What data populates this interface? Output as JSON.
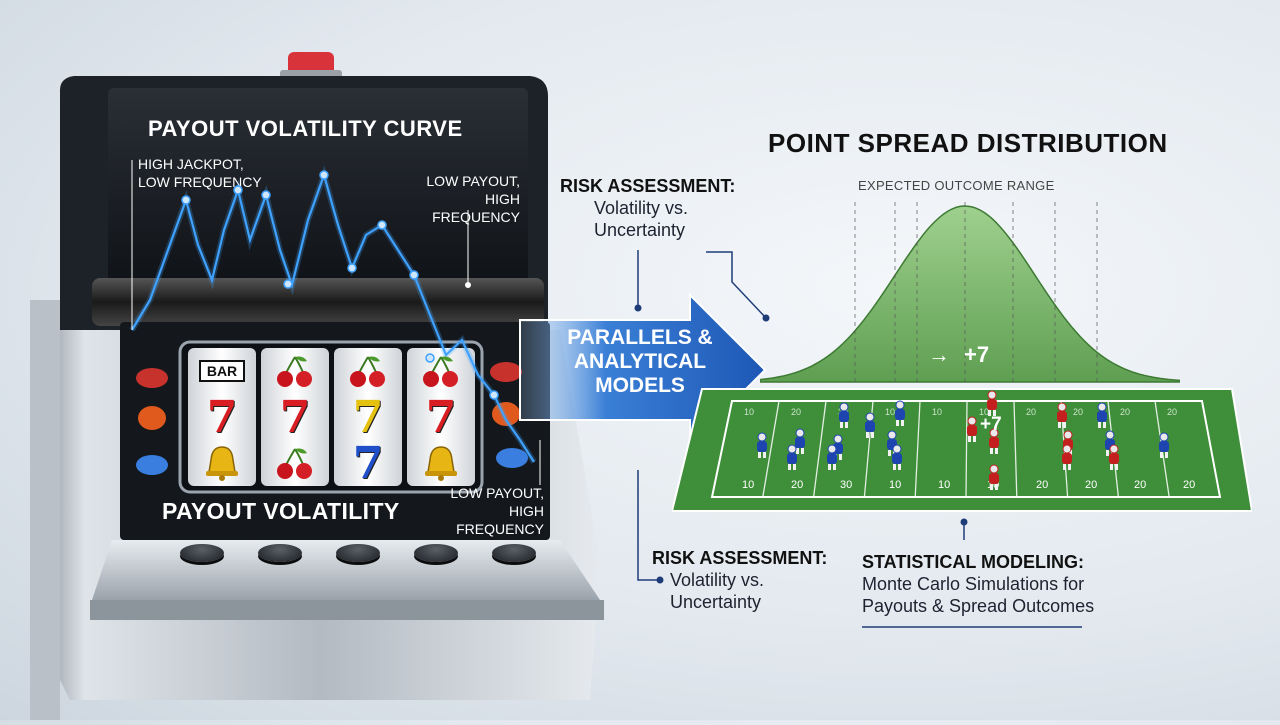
{
  "slot_machine": {
    "screen_title": "PAYOUT VOLATILITY CURVE",
    "annotation_high": [
      "HIGH JACKPOT,",
      "LOW FREQUENCY"
    ],
    "annotation_low_top": [
      "LOW PAYOUT,",
      "HIGH FREQUENCY"
    ],
    "reels": [
      [
        "BAR",
        "7",
        "bell"
      ],
      [
        "cherries",
        "7",
        "cherries"
      ],
      [
        "cherries",
        "7",
        "7"
      ],
      [
        "cherries",
        "7",
        "bell"
      ]
    ],
    "bottom_title": "PAYOUT VOLATILITY",
    "annotation_low_bottom": [
      "LOW PAYOUT,",
      "HIGH FREQUENCY"
    ],
    "buttons": 5
  },
  "arrow": {
    "lines": [
      "PARALLELS &",
      "ANALYTICAL",
      "MODELS"
    ]
  },
  "risk_top": {
    "title": "RISK ASSESSMENT:",
    "lines": [
      "Volatility vs.",
      "Uncertainty"
    ]
  },
  "risk_bottom": {
    "title": "RISK ASSESSMENT:",
    "lines": [
      "Volatility vs.",
      "Uncertainty"
    ]
  },
  "distribution": {
    "title": "POINT SPREAD DISTRIBUTION",
    "range_label": "EXPECTED OUTCOME RANGE",
    "marker_label": "+7"
  },
  "field": {
    "yard_numbers": [
      "10",
      "20",
      "30",
      "10",
      "10",
      "10",
      "20",
      "20",
      "20",
      "20"
    ],
    "marker_label": "+7"
  },
  "stat_model": {
    "title": "STATISTICAL MODELING:",
    "lines": [
      "Monte Carlo Simulations for",
      "Payouts & Spread Outcomes"
    ]
  },
  "colors": {
    "curve": "#3fa2ff",
    "arrow": "#1f5fb8",
    "field": "#3f8f3a",
    "bell": "#5f9f52",
    "team_blue": "#1e44b0",
    "team_red": "#c41f1f"
  }
}
